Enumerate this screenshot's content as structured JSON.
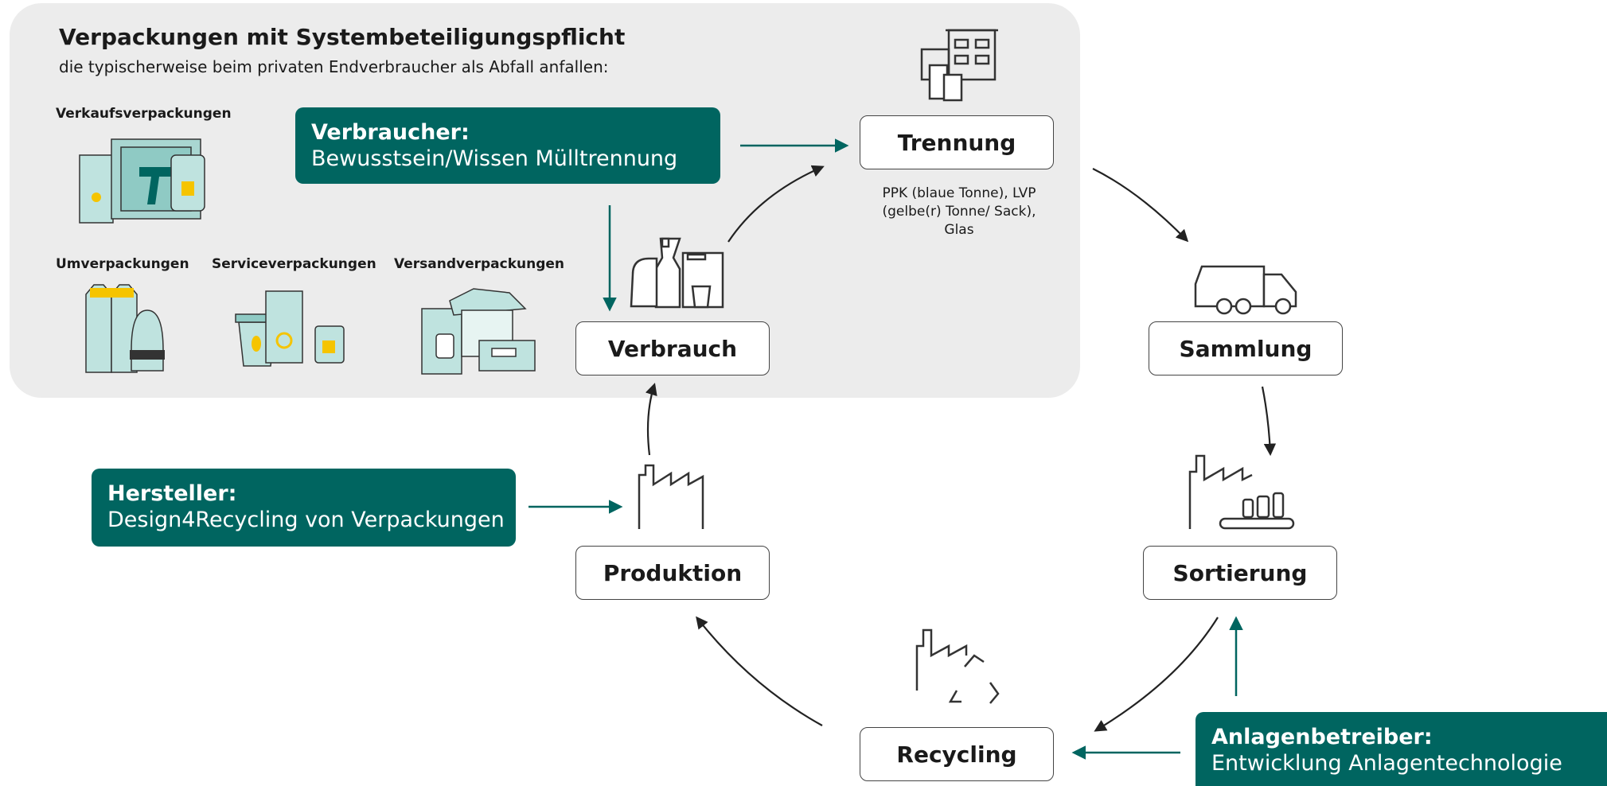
{
  "panel": {
    "title": "Verpackungen mit Systembeteiligungspflicht",
    "subtitle": "die typischerweise beim privaten Endverbraucher als Abfall anfallen:",
    "packages": [
      {
        "label": "Verkaufsverpackungen"
      },
      {
        "label": "Umverpackungen"
      },
      {
        "label": "Serviceverpackungen"
      },
      {
        "label": "Versandverpackungen"
      }
    ]
  },
  "nodes": {
    "trennung": "Trennung",
    "sammlung": "Sammlung",
    "sortierung": "Sortierung",
    "recycling": "Recycling",
    "produktion": "Produktion",
    "verbrauch": "Verbrauch"
  },
  "trennung_note": "PPK (blaue Tonne), LVP (gelbe(r) Tonne/ Sack), Glas",
  "actors": {
    "verbraucher": {
      "role": "Verbraucher:",
      "desc": "Bewusstsein/Wissen Mülltrennung"
    },
    "hersteller": {
      "role": "Hersteller:",
      "desc": "Design4Recycling von Verpackungen"
    },
    "anlagenbetreiber": {
      "role": "Anlagenbetreiber:",
      "desc": "Entwicklung Anlagentechnologie"
    }
  },
  "colors": {
    "accent": "#006560",
    "panel": "#ececec",
    "icon_fill": "#bfe3df",
    "icon_yellow": "#f5c400"
  },
  "icons": [
    "buildings-bins-icon",
    "truck-icon",
    "sorting-plant-icon",
    "recycling-plant-icon",
    "factory-icon",
    "bottles-icon"
  ]
}
